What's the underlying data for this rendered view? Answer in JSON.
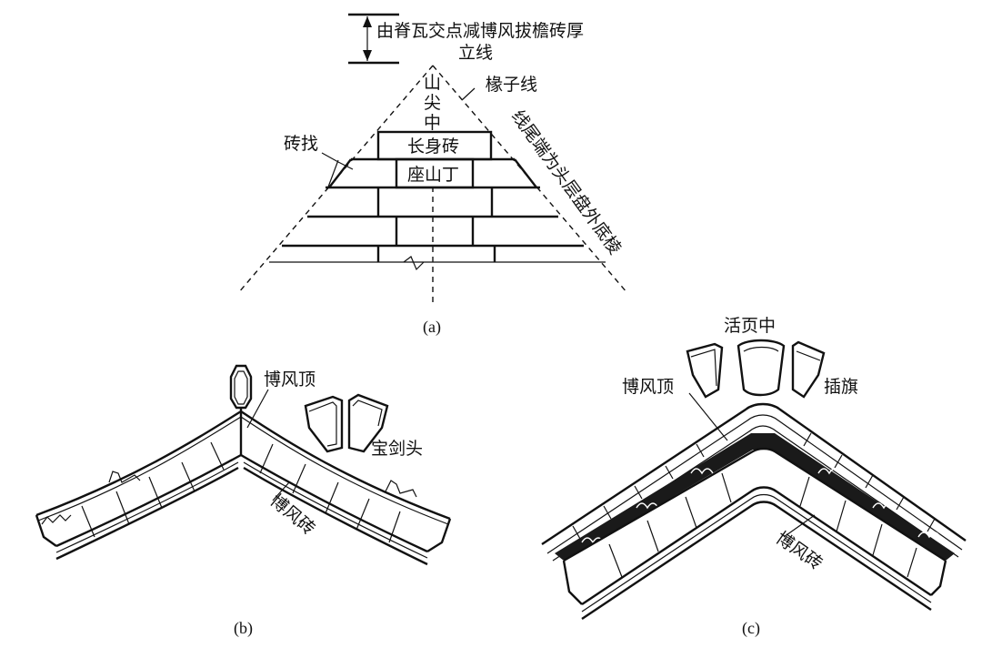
{
  "diagram_a": {
    "top_note_line1": "由脊瓦交点减博风拔檐砖厚",
    "top_note_line2": "立线",
    "peak_center_chars": [
      "山",
      "尖",
      "中"
    ],
    "rafter_line": "椽子线",
    "slope_note": "线尾端为头层盘外底棱",
    "brick_step": "砖找",
    "long_brick": "长身砖",
    "seat_brick": "座山丁",
    "caption": "(a)"
  },
  "diagram_b": {
    "top_label": "博风顶",
    "sword_head": "宝剑头",
    "brick_label": "博风砖",
    "caption": "(b)"
  },
  "diagram_c": {
    "hinge_center": "活页中",
    "top_label": "博风顶",
    "insert_flag": "插旗",
    "brick_label": "博风砖",
    "caption": "(c)"
  },
  "colors": {
    "ink": "#111111",
    "paper": "#ffffff"
  }
}
